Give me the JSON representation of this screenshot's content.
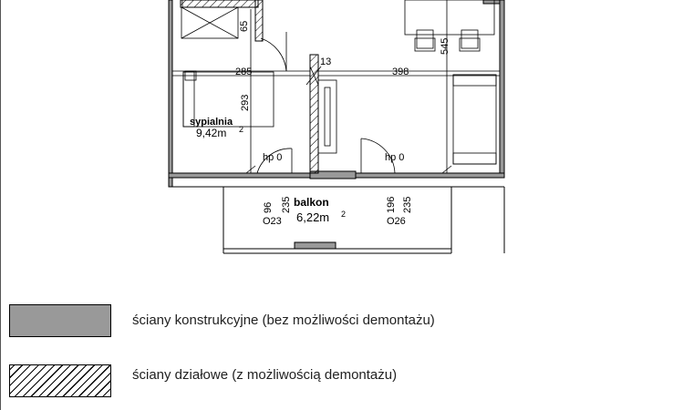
{
  "plan": {
    "dimensions": {
      "d_65": "65",
      "d_545": "545",
      "d_13": "13",
      "d_285": "285",
      "d_398": "398",
      "d_293": "293",
      "d_96": "96",
      "d_235_left": "235",
      "d_196": "196",
      "d_235_right": "235"
    },
    "rooms": {
      "bedroom_name": "sypialnia",
      "bedroom_area": "9,42m",
      "bedroom_area_sup": "2",
      "balcony_name": "balkon",
      "balcony_area": "6,22m",
      "balcony_area_sup": "2"
    },
    "door_labels": {
      "left": "hp 0",
      "right": "hp 0"
    },
    "window_codes": {
      "left": "O23",
      "right": "O26"
    }
  },
  "legend": {
    "items": [
      {
        "label": "ściany konstrukcyjne (bez możliwości demontażu)",
        "fill": "#999999",
        "pattern": "solid"
      },
      {
        "label": "ściany działowe (z możliwością demontażu)",
        "fill": "#ffffff",
        "pattern": "hatch"
      }
    ]
  }
}
